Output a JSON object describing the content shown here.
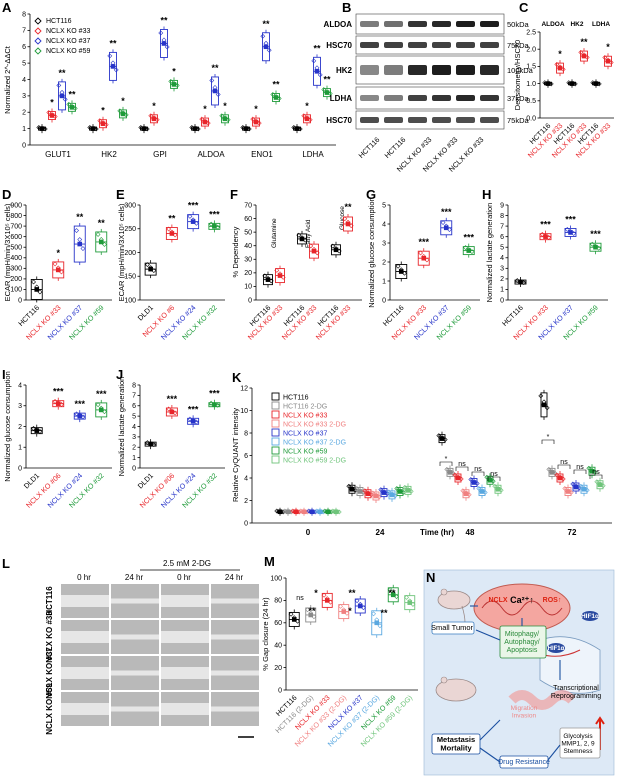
{
  "colors": {
    "hct116": "#000000",
    "ko33": "#e8262b",
    "ko37": "#2734c9",
    "ko59": "#1f9b3a",
    "lightgray": "#8a8a8a",
    "lightred": "#f08080",
    "lightblue": "#5aa8e0",
    "lightgreen": "#6fc47b"
  },
  "panels": {
    "A": "A",
    "B": "B",
    "C": "C",
    "D": "D",
    "E": "E",
    "F": "F",
    "G": "G",
    "H": "H",
    "I": "I",
    "J": "J",
    "K": "K",
    "L": "L",
    "M": "M",
    "N": "N"
  },
  "chart_data": [
    {
      "id": "A",
      "type": "box",
      "ylabel": "Normalized 2^-ΔΔCt",
      "ylim": [
        0,
        8
      ],
      "yticks": [
        0,
        1,
        2,
        3,
        4,
        5,
        6,
        7,
        8
      ],
      "legend": [
        "HCT116",
        "NCLX KO #33",
        "NCLX KO #37",
        "NCLX KO #59"
      ],
      "categories": [
        "GLUT1",
        "HK2",
        "GPI",
        "ALDOA",
        "ENO1",
        "LDHA"
      ],
      "series": [
        {
          "name": "HCT116",
          "values": [
            1,
            1,
            1,
            1,
            1,
            1
          ],
          "stars": [
            "",
            "",
            "",
            "",
            "",
            ""
          ]
        },
        {
          "name": "NCLX KO #33",
          "values": [
            1.8,
            1.3,
            1.6,
            1.4,
            1.4,
            1.6
          ],
          "stars": [
            "*",
            "*",
            "*",
            "*",
            "*",
            "*"
          ]
        },
        {
          "name": "NCLX KO #37",
          "values": [
            3.0,
            4.8,
            6.2,
            3.3,
            6.0,
            4.5
          ],
          "stars": [
            "**",
            "**",
            "**",
            "**",
            "**",
            "**"
          ]
        },
        {
          "name": "NCLX KO #59",
          "values": [
            2.3,
            1.9,
            3.7,
            1.6,
            2.9,
            3.2
          ],
          "stars": [
            "**",
            "*",
            "*",
            "*",
            "**",
            "**"
          ]
        }
      ]
    },
    {
      "id": "B",
      "type": "blot",
      "rows": [
        "ALDOA",
        "HSC70",
        "HK2",
        "LDHA",
        "HSC70"
      ],
      "markers": [
        "50kDa",
        "75kDa",
        "100kDa",
        "37kDa",
        "75kDa"
      ],
      "lanes": [
        "HCT116",
        "HCT116",
        "NCLX KO #33",
        "NCLX KO #33",
        "NCLX KO #33"
      ]
    },
    {
      "id": "C",
      "type": "box",
      "ylabel": "Densitometry/HSC70",
      "ylim": [
        0,
        2.5
      ],
      "yticks": [
        "0.0",
        "0.5",
        "1.0",
        "1.5",
        "2.0",
        "2.5"
      ],
      "groups": [
        "ALDOA",
        "HK2",
        "LDHA"
      ],
      "categories": [
        "HCT116",
        "NCLX KO #33"
      ],
      "series": [
        {
          "name": "HCT116",
          "values": [
            1.0,
            1.0,
            1.0
          ]
        },
        {
          "name": "NCLX KO #33",
          "values": [
            1.45,
            1.8,
            1.65
          ],
          "stars": [
            "*",
            "**",
            "*"
          ]
        }
      ]
    },
    {
      "id": "D",
      "type": "box",
      "ylabel": "ECAR (mpH/min/3X10⁵ cells)",
      "ylim": [
        0,
        900
      ],
      "yticks": [
        0,
        100,
        200,
        300,
        400,
        500,
        600,
        700,
        800,
        900
      ],
      "categories": [
        "HCT116",
        "NCLX KO #33",
        "NCLX KO #37",
        "NCLX KO #59"
      ],
      "values": [
        100,
        285,
        530,
        550
      ],
      "stars": [
        "",
        "*",
        "**",
        "**"
      ]
    },
    {
      "id": "E",
      "type": "box",
      "ylabel": "ECAR (mpH/min/3X10⁵ cells)",
      "ylim": [
        100,
        300
      ],
      "yticks": [
        100,
        150,
        200,
        250,
        300
      ],
      "categories": [
        "DLD1",
        "NCLX KO #6",
        "NCLX KO #24",
        "NCLX KO #32"
      ],
      "values": [
        165,
        240,
        265,
        255
      ],
      "stars": [
        "",
        "**",
        "***",
        "***"
      ]
    },
    {
      "id": "F",
      "type": "box",
      "ylabel": "% Dependency",
      "ylim": [
        0,
        70
      ],
      "yticks": [
        0,
        10,
        20,
        30,
        40,
        50,
        60,
        70
      ],
      "groups": [
        "Glutamine",
        "Fatty Acid",
        "Glucose"
      ],
      "categories": [
        "HCT116",
        "NCLX KO #33"
      ],
      "series": [
        {
          "name": "HCT116",
          "values": [
            15,
            45,
            37
          ]
        },
        {
          "name": "NCLX KO #33",
          "values": [
            18,
            36,
            56
          ],
          "stars": [
            "",
            "",
            "**"
          ]
        }
      ]
    },
    {
      "id": "G",
      "type": "box",
      "ylabel": "Normalized glucose consumption",
      "ylim": [
        0,
        5
      ],
      "yticks": [
        0,
        1,
        2,
        3,
        4,
        5
      ],
      "categories": [
        "HCT116",
        "NCLX KO #33",
        "NCLX KO #37",
        "NCLX KO #59"
      ],
      "values": [
        1.5,
        2.2,
        3.8,
        2.6
      ],
      "stars": [
        "",
        "***",
        "***",
        "***"
      ]
    },
    {
      "id": "H",
      "type": "box",
      "ylabel": "Normalized lactate generation",
      "ylim": [
        0,
        9
      ],
      "yticks": [
        0,
        1,
        2,
        3,
        4,
        5,
        6,
        7,
        8,
        9
      ],
      "categories": [
        "HCT116",
        "NCLX KO #33",
        "NCLX KO #37",
        "NCLX KO #59"
      ],
      "values": [
        1.7,
        6.0,
        6.4,
        5.0
      ],
      "stars": [
        "",
        "***",
        "***",
        "***"
      ]
    },
    {
      "id": "I",
      "type": "box",
      "ylabel": "Normalized glucose consumption",
      "ylim": [
        0,
        4
      ],
      "yticks": [
        0,
        1,
        2,
        3,
        4
      ],
      "categories": [
        "DLD1",
        "NCLX KO #06",
        "NCLX KO #24",
        "NCLX KO #32"
      ],
      "values": [
        1.8,
        3.1,
        2.5,
        2.8
      ],
      "stars": [
        "",
        "***",
        "***",
        "***"
      ]
    },
    {
      "id": "J",
      "type": "box",
      "ylabel": "Normalized lactate generation",
      "ylim": [
        0,
        8
      ],
      "yticks": [
        0,
        1,
        2,
        3,
        4,
        5,
        6,
        7,
        8
      ],
      "categories": [
        "DLD1",
        "NCLX KO #06",
        "NCLX KO #24",
        "NCLX KO #32"
      ],
      "values": [
        2.3,
        5.4,
        4.5,
        6.1
      ],
      "stars": [
        "",
        "***",
        "***",
        "***"
      ]
    },
    {
      "id": "K",
      "type": "box",
      "ylabel": "Relative CyQUANT intensity",
      "xlabel": "Time (hr)",
      "ylim": [
        0,
        12
      ],
      "yticks": [
        0,
        2,
        4,
        6,
        8,
        10,
        12
      ],
      "categories": [
        "0",
        "24",
        "48",
        "72"
      ],
      "legend": [
        "HCT116",
        "HCT116 2-DG",
        "NCLX KO #33",
        "NCLX KO #33 2-DG",
        "NCLX KO #37",
        "NCLX KO #37 2-DG",
        "NCLX KO #59",
        "NCLX KO #59 2-DG"
      ],
      "series": [
        {
          "name": "HCT116",
          "values": [
            1,
            3.0,
            7.5,
            10.5
          ]
        },
        {
          "name": "HCT116 2-DG",
          "values": [
            1,
            2.8,
            4.5,
            4.5
          ]
        },
        {
          "name": "NCLX KO #33",
          "values": [
            1,
            2.6,
            4.0,
            4.0
          ]
        },
        {
          "name": "NCLX KO #33 2-DG",
          "values": [
            1,
            2.4,
            2.6,
            2.8
          ]
        },
        {
          "name": "NCLX KO #37",
          "values": [
            1,
            2.7,
            3.6,
            3.2
          ]
        },
        {
          "name": "NCLX KO #37 2-DG",
          "values": [
            1,
            2.5,
            2.8,
            3.0
          ]
        },
        {
          "name": "NCLX KO #59",
          "values": [
            1,
            2.8,
            3.8,
            4.6
          ]
        },
        {
          "name": "NCLX KO #59 2-DG",
          "values": [
            1,
            2.9,
            3.0,
            3.4
          ]
        }
      ],
      "annotations": [
        "*",
        "ns",
        "ns",
        "ns",
        "*",
        "ns",
        "ns",
        "ns"
      ]
    },
    {
      "id": "L",
      "type": "image-grid",
      "columns": [
        "0 hr",
        "24 hr",
        "0 hr",
        "24 hr"
      ],
      "treatment": "2.5 mM 2-DG",
      "rows": [
        "HCT116",
        "NCLX KO #33",
        "NCLX KO #37",
        "NCLX KO #59"
      ]
    },
    {
      "id": "M",
      "type": "box",
      "ylabel": "% Gap closure (24 hr)",
      "ylim": [
        0,
        100
      ],
      "yticks": [
        0,
        20,
        40,
        60,
        80,
        100
      ],
      "categories": [
        "HCT116",
        "HCT116 (2-DG)",
        "NCLX KO #33",
        "NCLX KO #33 (2-DG)",
        "NCLX KO #37",
        "NCLX KO #37 (2-DG)",
        "NCLX KO #59",
        "NCLX KO #59 (2-DG)"
      ],
      "values": [
        63,
        67,
        80,
        70,
        75,
        60,
        85,
        78
      ],
      "annotations": [
        "ns",
        "**",
        "*",
        "*",
        "**",
        "**",
        "**"
      ]
    },
    {
      "id": "N",
      "type": "diagram",
      "labels": [
        "Ca²⁺↑",
        "NCLX",
        "ROS↑",
        "HIF1α",
        "HIF1α",
        "Small Tumor",
        "Mitophagy/ Autophagy/ Apoptosis",
        "Transcriptional Reprogramming",
        "Migration Invasion",
        "Glycolysis MMP1, 2, 9 Stemness",
        "Metastasis Mortality",
        "Drug Resistance"
      ]
    }
  ]
}
